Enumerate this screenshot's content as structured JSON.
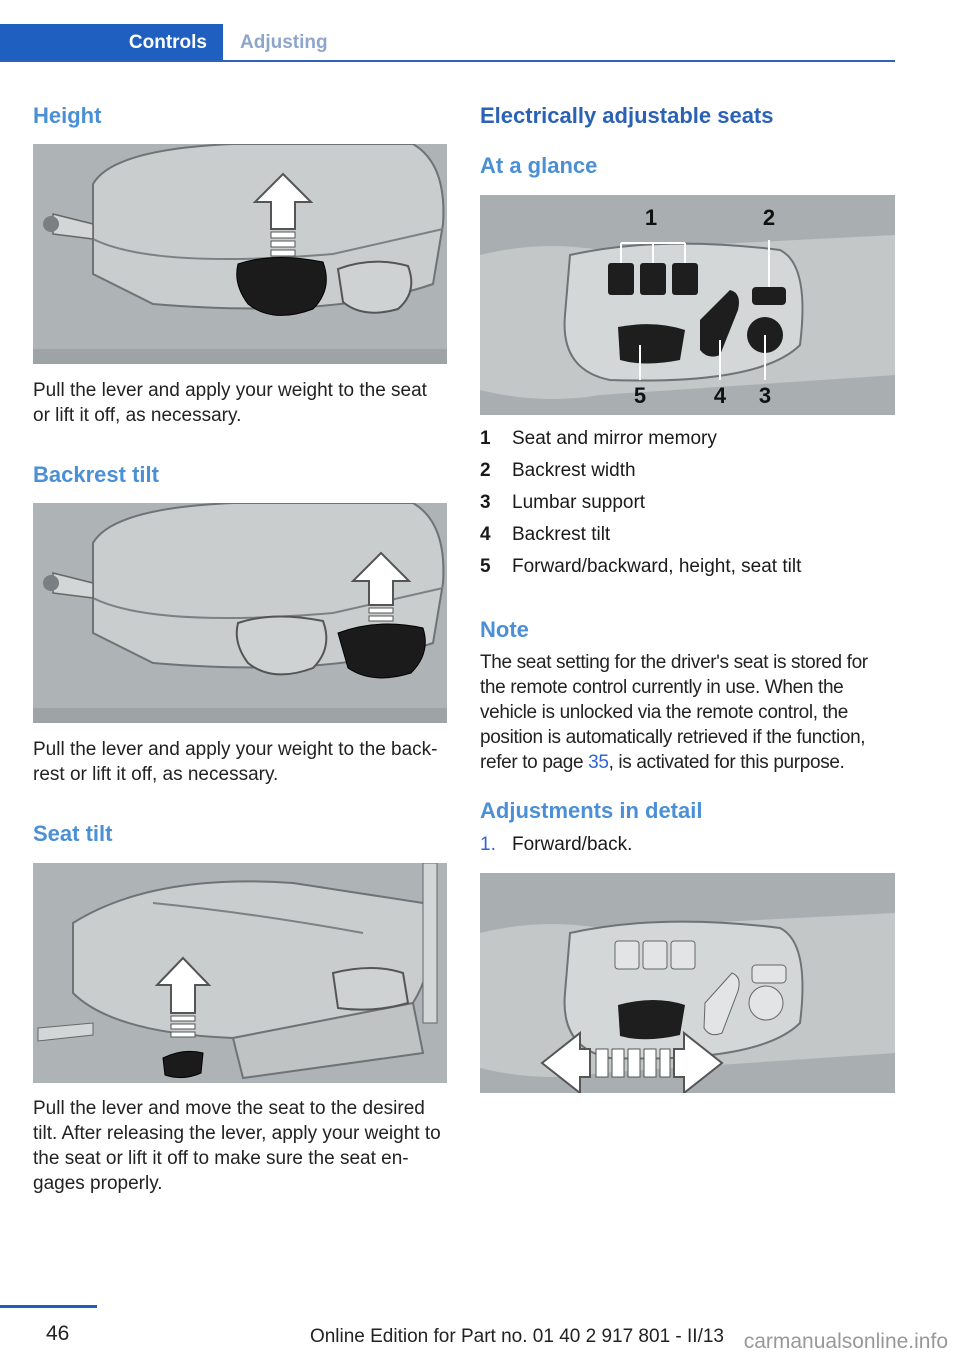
{
  "header": {
    "tab_active": "Controls",
    "tab_inactive": "Adjusting",
    "accent_color": "#1f5fbf"
  },
  "left": {
    "height": {
      "title": "Height",
      "text": "Pull the lever and apply your weight to the seat or lift it off, as necessary."
    },
    "backrest_tilt": {
      "title": "Backrest tilt",
      "text": "Pull the lever and apply your weight to the back-rest or lift it off, as necessary."
    },
    "seat_tilt": {
      "title": "Seat tilt",
      "text": "Pull the lever and move the seat to the desired tilt. After releasing the lever, apply your weight to the seat or lift it off to make sure the seat en-gages properly."
    }
  },
  "right": {
    "section_title": "Electrically adjustable seats",
    "glance_title": "At a glance",
    "figure_labels": [
      "1",
      "2",
      "3",
      "4",
      "5"
    ],
    "legend": [
      {
        "num": "1",
        "text": "Seat and mirror memory"
      },
      {
        "num": "2",
        "text": "Backrest width"
      },
      {
        "num": "3",
        "text": "Lumbar support"
      },
      {
        "num": "4",
        "text": "Backrest tilt"
      },
      {
        "num": "5",
        "text": "Forward/backward, height, seat tilt"
      }
    ],
    "note": {
      "title": "Note",
      "text_before": "The seat setting for the driver's seat is stored for the remote control currently in use. When the vehicle is unlocked via the remote control, the position is automatically retrieved if the function, refer to page ",
      "link": "35",
      "text_after": ", is activated for this purpose."
    },
    "details": {
      "title": "Adjustments in detail",
      "step_num": "1.",
      "step_text": "Forward/back."
    }
  },
  "footer": {
    "page": "46",
    "edition": "Online Edition for Part no. 01 40 2 917 801 - II/13",
    "watermark": "carmanualsonline.info"
  }
}
